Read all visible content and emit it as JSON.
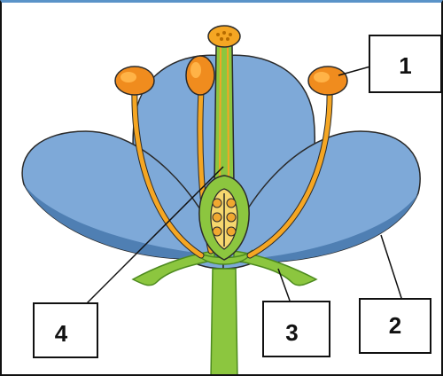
{
  "diagram": {
    "labels": [
      {
        "id": "1",
        "text": "1",
        "part": "anther"
      },
      {
        "id": "2",
        "text": "2",
        "part": "petal"
      },
      {
        "id": "3",
        "text": "3",
        "part": "sepal"
      },
      {
        "id": "4",
        "text": "4",
        "part": "pistil"
      }
    ],
    "colors": {
      "petal_fill": "#7ea9d8",
      "petal_shadow": "#4f7fb3",
      "stem_green": "#8cc63f",
      "stem_dark": "#4d8a1f",
      "filament_orange": "#f5a623",
      "anther_orange": "#f08c1e",
      "outline": "#2a2a2a",
      "frame_blue": "#5a93c8"
    }
  }
}
